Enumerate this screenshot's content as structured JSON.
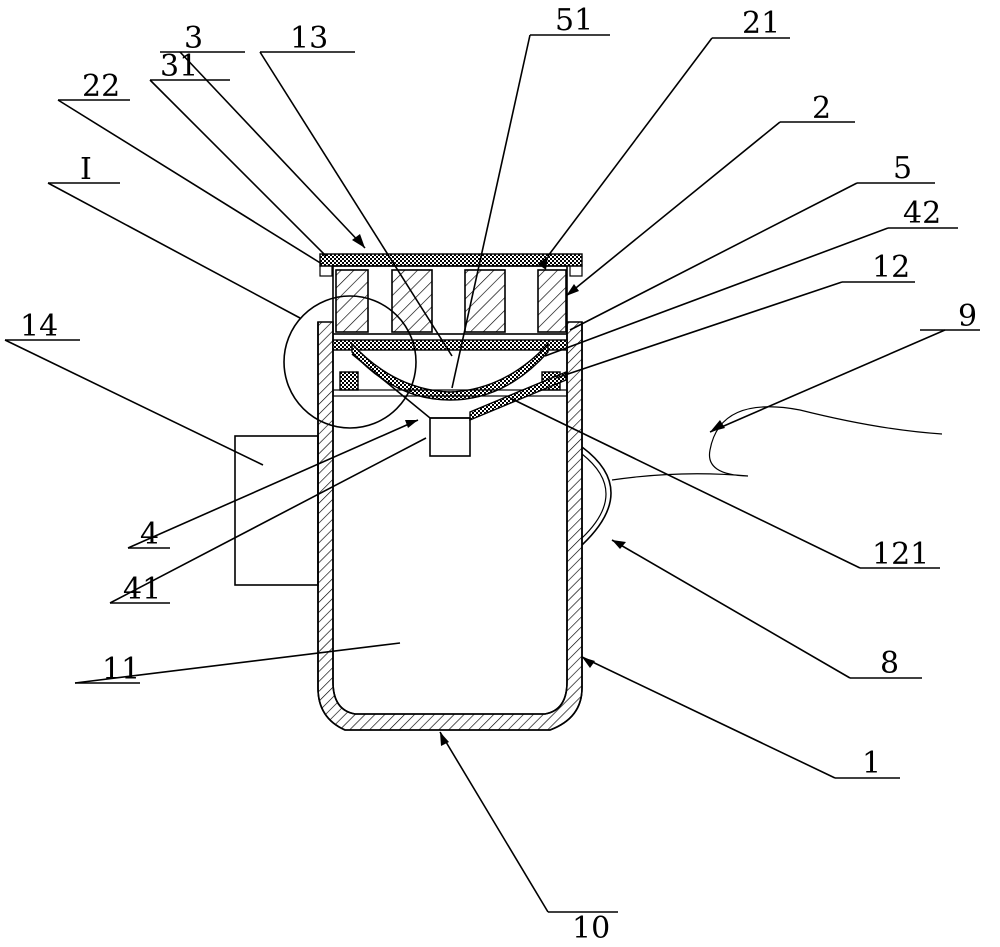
{
  "callouts": [
    {
      "id": "c-3",
      "text": "3"
    },
    {
      "id": "c-13",
      "text": "13"
    },
    {
      "id": "c-51",
      "text": "51"
    },
    {
      "id": "c-21",
      "text": "21"
    },
    {
      "id": "c-31",
      "text": "31"
    },
    {
      "id": "c-22",
      "text": "22"
    },
    {
      "id": "c-2",
      "text": "2"
    },
    {
      "id": "c-I",
      "text": "I"
    },
    {
      "id": "c-5",
      "text": "5"
    },
    {
      "id": "c-42",
      "text": "42"
    },
    {
      "id": "c-12",
      "text": "12"
    },
    {
      "id": "c-14",
      "text": "14"
    },
    {
      "id": "c-9",
      "text": "9"
    },
    {
      "id": "c-4",
      "text": "4"
    },
    {
      "id": "c-121",
      "text": "121"
    },
    {
      "id": "c-41",
      "text": "41"
    },
    {
      "id": "c-8",
      "text": "8"
    },
    {
      "id": "c-11",
      "text": "11"
    },
    {
      "id": "c-1",
      "text": "1"
    },
    {
      "id": "c-10",
      "text": "10"
    }
  ]
}
